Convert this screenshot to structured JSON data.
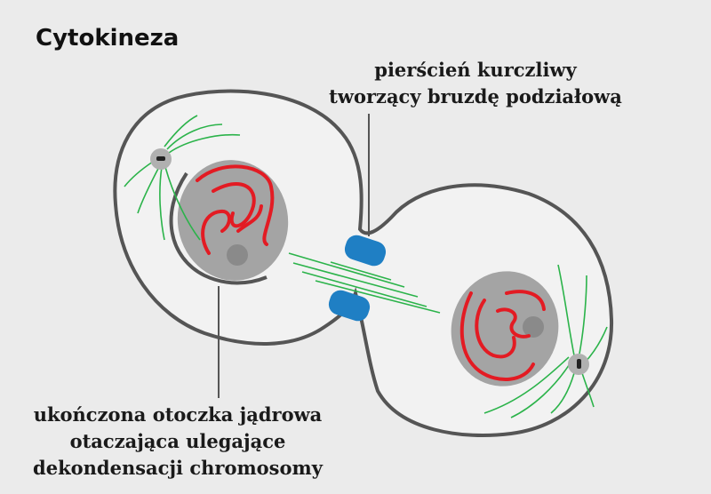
{
  "title": "Cytokineza",
  "labels": {
    "contractile_ring": [
      "pierścień kurczliwy",
      "tworzący bruzdę podziałową"
    ],
    "nuclear_envelope": [
      "ukończona otoczka jądrowa",
      "otaczająca ulegające",
      "dekondensacji chromosomy"
    ]
  },
  "colors": {
    "background": "#ebebeb",
    "cell_fill": "#f2f2f2",
    "cell_outline": "#555555",
    "nucleus": "#a4a4a4",
    "nucleolus": "#8a8a8a",
    "chromosomes": "#e31b23",
    "microtubules": "#2bb34a",
    "contractile_ring": "#1f7fc4",
    "centrosome": "#b0b0b0"
  }
}
